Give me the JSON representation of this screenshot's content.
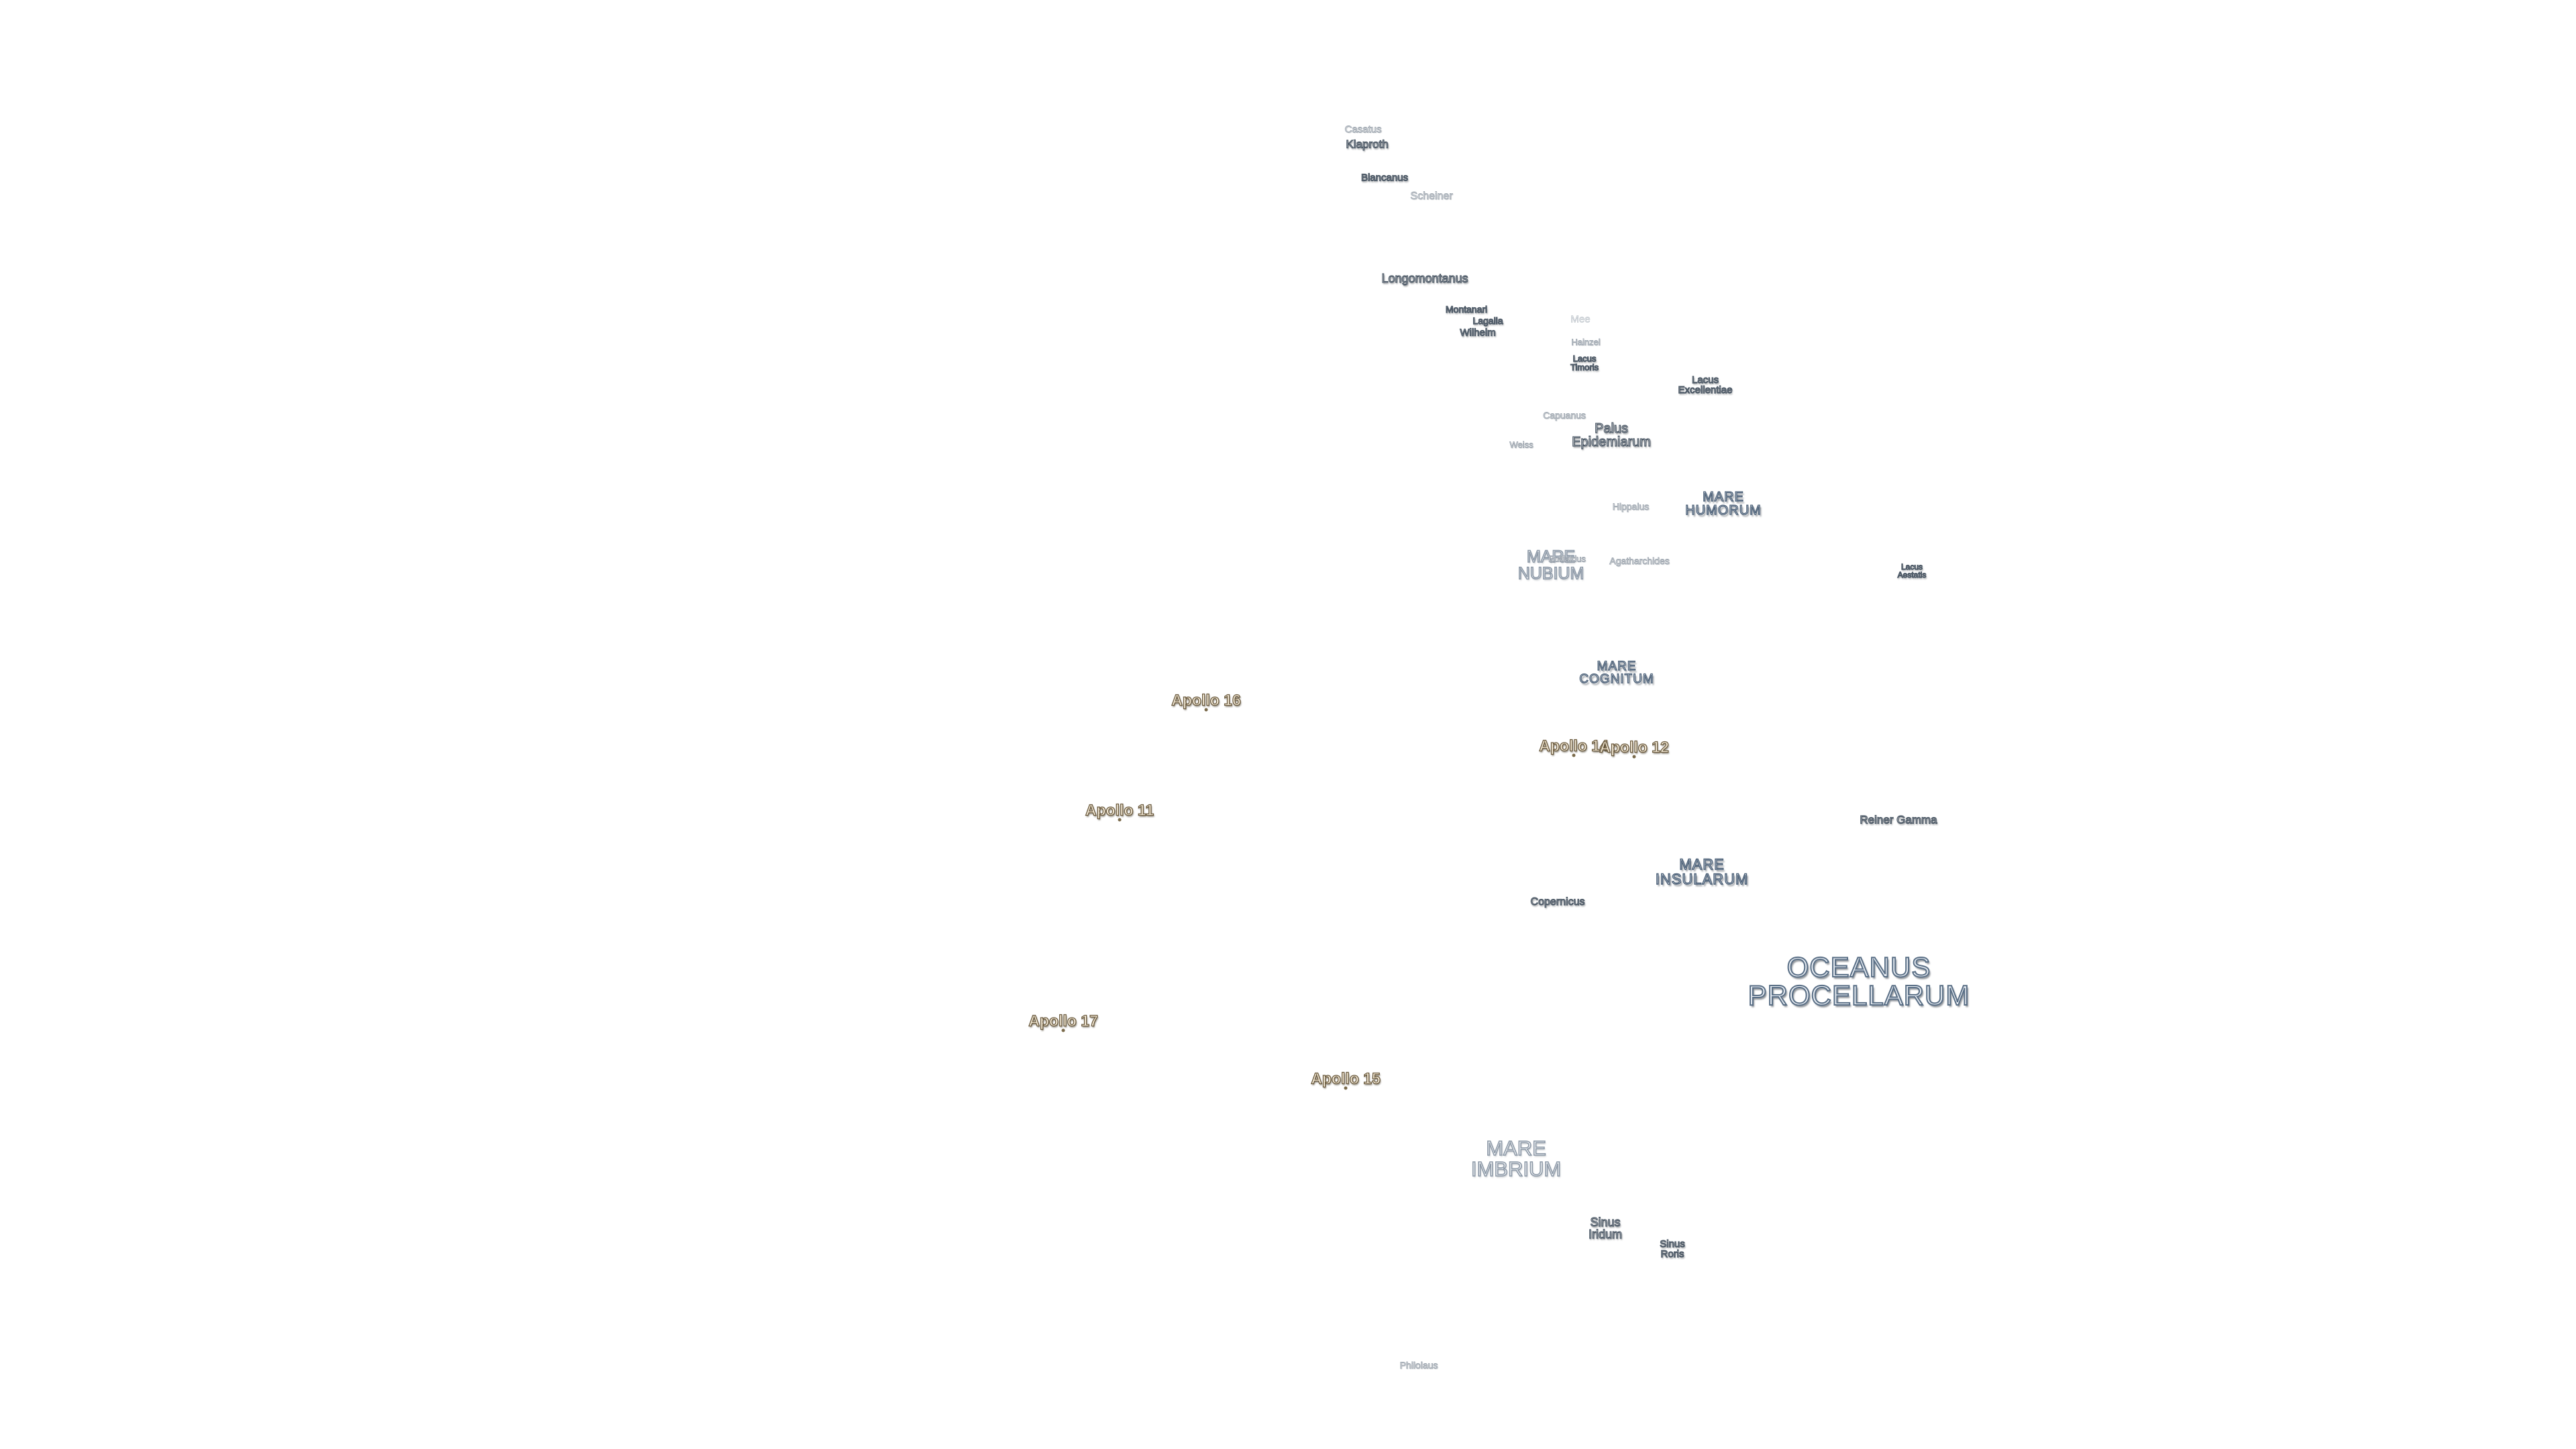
{
  "map": {
    "seas": {
      "oceanus_procellarum": "OCEANUS\nPROCELLARUM",
      "mare_nubium": "MARE\nNUBIUM",
      "mare_humorum": "MARE\nHUMORUM",
      "mare_cognitum": "MARE\nCOGNITUM",
      "mare_insularum": "MARE\nINSULARUM",
      "mare_imbrium": "MARE\nIMBRIUM",
      "palus_epidemiarum": "Palus\nEpidemiarum",
      "sinus_iridum": "Sinus\nIridum",
      "sinus_roris": "Sinus\nRoris",
      "lacus_timoris": "Lacus\nTimoris",
      "lacus_excellentiae": "Lacus\nExcellentiae",
      "lacus_aestatis": "Lacus\nAestatis"
    },
    "craters": {
      "casatus": "Casatus",
      "klaproth": "Klaproth",
      "blancanus": "Blancanus",
      "scheiner": "Scheiner",
      "longomontanus": "Longomontanus",
      "montanari": "Montanari",
      "lagalla": "Lagalla",
      "wilhelm": "Wilhelm",
      "mee": "Mee",
      "hainzel": "Hainzel",
      "capuanus": "Capuanus",
      "weiss": "Weiss",
      "hippalus": "Hippalus",
      "bullialdus": "Bullialdus",
      "agatharchides": "Agatharchides",
      "reiner_gamma": "Reiner Gamma",
      "copernicus": "Copernicus",
      "philolaus": "Philolaus"
    },
    "landing_sites": {
      "apollo_16": "Apollo 16",
      "apollo_14": "Apollo 14",
      "apollo_12": "Apollo 12",
      "apollo_11": "Apollo 11",
      "apollo_17": "Apollo 17",
      "apollo_15": "Apollo 15"
    }
  }
}
